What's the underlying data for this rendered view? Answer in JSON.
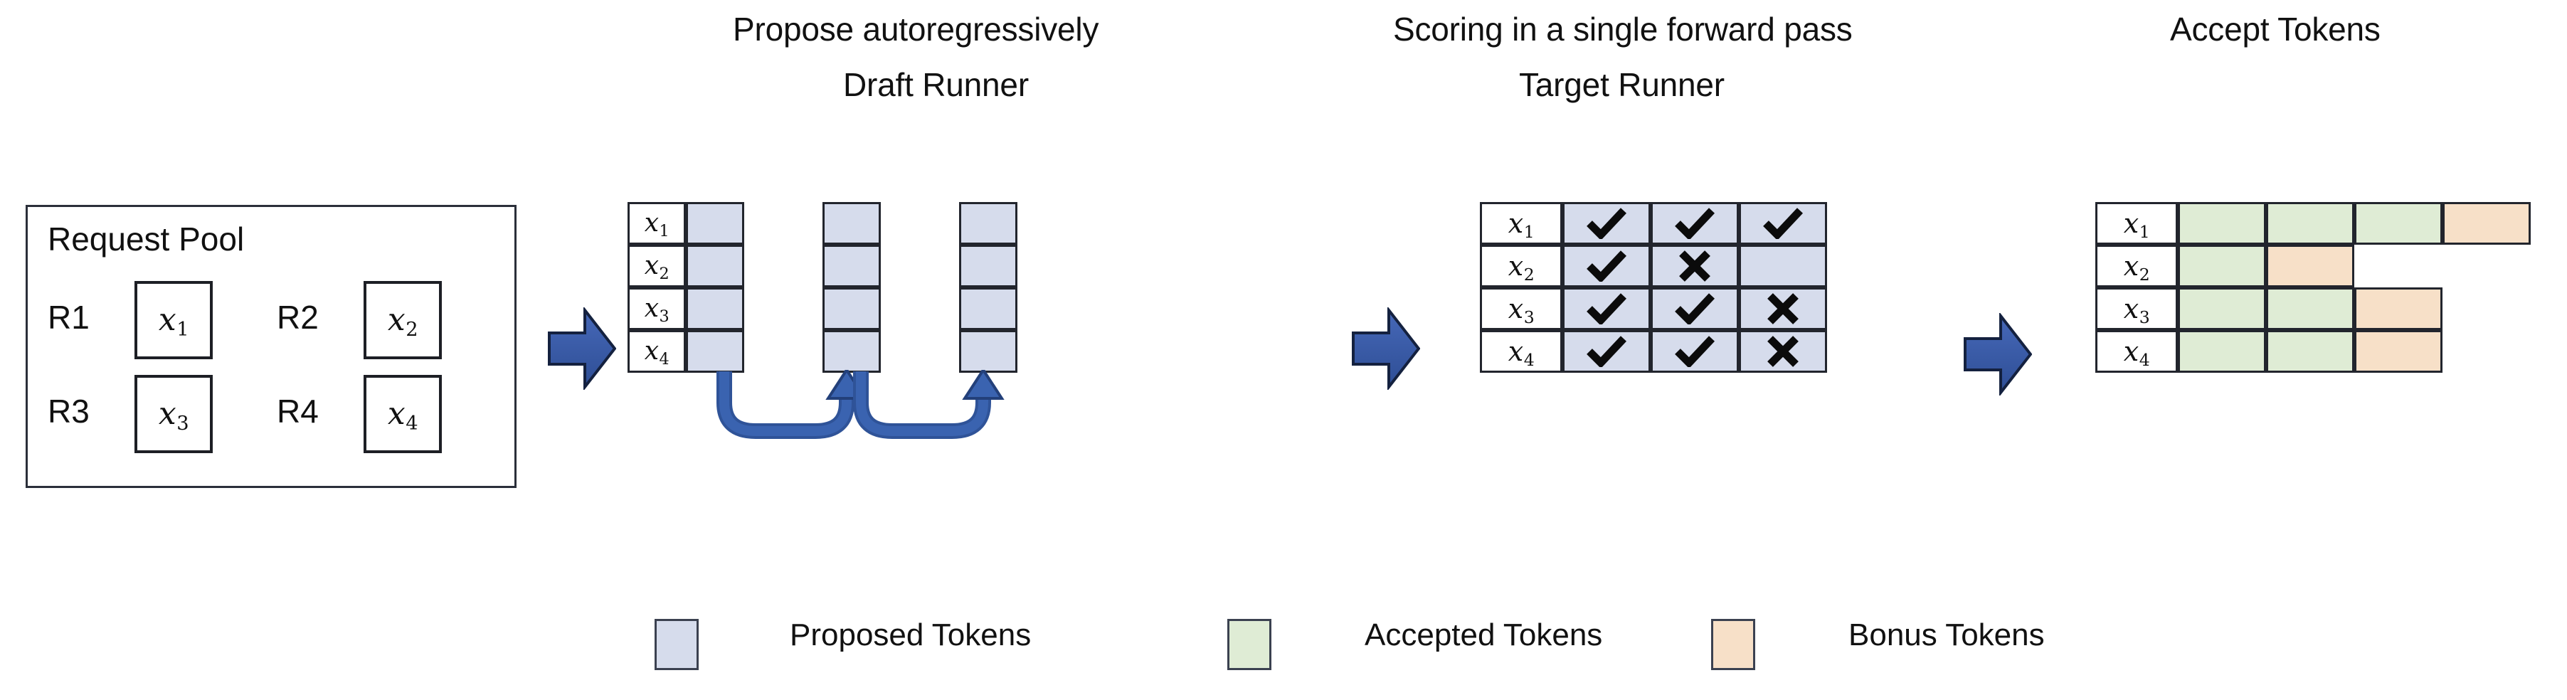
{
  "figure": {
    "headings": {
      "propose": "Propose autoregressively",
      "draft_runner": "Draft Runner",
      "scoring": "Scoring in a single forward pass",
      "target_runner": "Target Runner",
      "accept_tokens": "Accept Tokens"
    },
    "colors": {
      "proposed": "#d6dcec",
      "accepted": "#dfecd5",
      "bonus": "#f7e0c8",
      "arrow_blue": "#3a5ba8",
      "border": "#22252d"
    }
  },
  "request_pool": {
    "title": "Request Pool",
    "requests": [
      {
        "id": "R1",
        "token": "x",
        "sub": "1"
      },
      {
        "id": "R2",
        "token": "x",
        "sub": "2"
      },
      {
        "id": "R3",
        "token": "x",
        "sub": "3"
      },
      {
        "id": "R4",
        "token": "x",
        "sub": "4"
      }
    ]
  },
  "draft_runner": {
    "row_labels": [
      {
        "token": "x",
        "sub": "1"
      },
      {
        "token": "x",
        "sub": "2"
      },
      {
        "token": "x",
        "sub": "3"
      },
      {
        "token": "x",
        "sub": "4"
      }
    ],
    "steps": 3,
    "cell_fill": "proposed"
  },
  "target_runner": {
    "row_labels": [
      {
        "token": "x",
        "sub": "1"
      },
      {
        "token": "x",
        "sub": "2"
      },
      {
        "token": "x",
        "sub": "3"
      },
      {
        "token": "x",
        "sub": "4"
      }
    ],
    "scores": [
      [
        "check",
        "check",
        "check"
      ],
      [
        "check",
        "cross",
        "none"
      ],
      [
        "check",
        "check",
        "cross"
      ],
      [
        "check",
        "check",
        "cross"
      ]
    ]
  },
  "accept_tokens": {
    "row_labels": [
      {
        "token": "x",
        "sub": "1"
      },
      {
        "token": "x",
        "sub": "2"
      },
      {
        "token": "x",
        "sub": "3"
      },
      {
        "token": "x",
        "sub": "4"
      }
    ],
    "rows": [
      [
        "accepted",
        "accepted",
        "accepted",
        "bonus"
      ],
      [
        "accepted",
        "bonus"
      ],
      [
        "accepted",
        "accepted",
        "bonus"
      ],
      [
        "accepted",
        "accepted",
        "bonus"
      ]
    ]
  },
  "legend": [
    {
      "key": "proposed",
      "label": "Proposed Tokens",
      "color": "#d6dcec"
    },
    {
      "key": "accepted",
      "label": "Accepted Tokens",
      "color": "#dfecd5"
    },
    {
      "key": "bonus",
      "label": "Bonus Tokens",
      "color": "#f7e0c8"
    }
  ]
}
